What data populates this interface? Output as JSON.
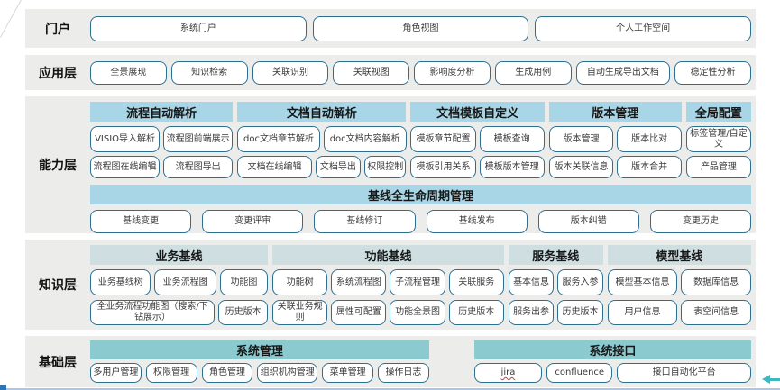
{
  "colors": {
    "band_bg": "#ececeb",
    "capability_header_bg": "#a9d6e6",
    "knowledge_header_bg": "#cfdfe1",
    "foundation_header_bg": "#8bcbd0",
    "button_border": "#2e6f8e",
    "bottom_line": "#aac7e9",
    "bottom_line_cap": "#2e74b5",
    "arrow": "#3eb7c3"
  },
  "portal": {
    "label": "门户",
    "items": [
      "系统门户",
      "角色视图",
      "个人工作空间"
    ]
  },
  "application": {
    "label": "应用层",
    "items": [
      "全景展现",
      "知识检索",
      "关联识别",
      "关联视图",
      "影响度分析",
      "生成用例",
      "自动生成导出文档",
      "稳定性分析"
    ]
  },
  "capability": {
    "label": "能力层",
    "groups": [
      {
        "title": "流程自动解析",
        "row1": [
          "VISIO导入解析",
          "流程图前端展示"
        ],
        "row2": [
          "流程图在线编辑",
          "流程图导出"
        ]
      },
      {
        "title": "文档自动解析",
        "row1": [
          "doc文档章节解析",
          "doc文档内容解析"
        ],
        "row2": [
          "文档在线编辑",
          "文档导出",
          "权限控制"
        ]
      },
      {
        "title": "文档模板自定义",
        "row1": [
          "模板章节配置",
          "模板查询"
        ],
        "row2": [
          "模板引用关系",
          "模板版本管理"
        ]
      },
      {
        "title": "版本管理",
        "row1": [
          "版本管理",
          "版本比对"
        ],
        "row2": [
          "版本关联信息",
          "版本合并"
        ]
      },
      {
        "title": "全局配置",
        "row1": [
          "标签管理/自定义"
        ],
        "row2": [
          "产品管理"
        ]
      }
    ],
    "baseline": {
      "title": "基线全生命周期管理",
      "items": [
        "基线变更",
        "变更评审",
        "基线修订",
        "基线发布",
        "版本纠错",
        "变更历史"
      ]
    }
  },
  "knowledge": {
    "label": "知识层",
    "groups": [
      {
        "title": "业务基线",
        "row1": [
          "业务基线树",
          "业务流程图",
          "功能图"
        ],
        "row2": [
          "全业务流程功能图（搜索/下钻展示）",
          "历史版本"
        ]
      },
      {
        "title": "功能基线",
        "row1": [
          "功能树",
          "系统流程图",
          "子流程管理",
          "关联服务"
        ],
        "row2": [
          "关联业务规则",
          "属性可配置",
          "功能全景图",
          "历史版本"
        ]
      },
      {
        "title": "服务基线",
        "row1": [
          "基本信息",
          "服务入参"
        ],
        "row2": [
          "服务出参",
          "历史版本"
        ]
      },
      {
        "title": "模型基线",
        "row1": [
          "模型基本信息",
          "数据库信息"
        ],
        "row2": [
          "用户信息",
          "表空间信息"
        ]
      }
    ]
  },
  "foundation": {
    "label": "基础层",
    "groups": [
      {
        "title": "系统管理",
        "items": [
          "多用户管理",
          "权限管理",
          "角色管理",
          "组织机构管理",
          "菜单管理",
          "操作日志"
        ]
      },
      {
        "title": "系统接口",
        "items": [
          "jira",
          "confluence",
          "接口自动化平台"
        ]
      }
    ]
  }
}
